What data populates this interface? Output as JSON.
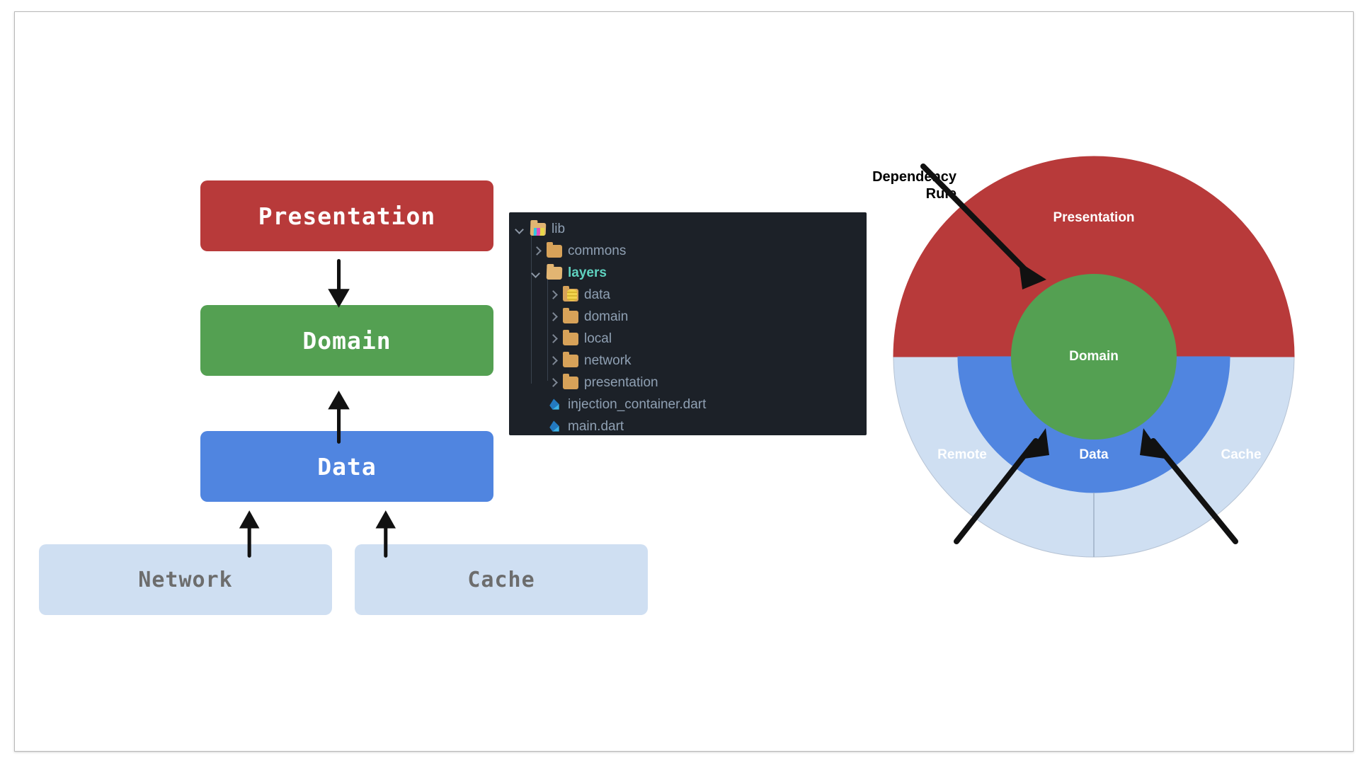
{
  "page": {
    "background": "#ffffff",
    "border_color": "#b9b9b9"
  },
  "colors": {
    "presentation": "#b83a3a",
    "domain": "#54a052",
    "data": "#5085e0",
    "outer_light": "#cfdff2",
    "panel_bg": "#1c2128",
    "folder": "#d7a259",
    "selected_text": "#5fd3c0",
    "tree_text": "#9aa4b0",
    "arrow": "#111111",
    "muted_text": "#6d6d6d"
  },
  "layer_diagram": {
    "name": "clean-architecture-layer-stack",
    "boxes": [
      {
        "id": "presentation",
        "label": "Presentation",
        "color": "#b83a3a",
        "text_color": "#ffffff"
      },
      {
        "id": "domain",
        "label": "Domain",
        "color": "#54a052",
        "text_color": "#ffffff"
      },
      {
        "id": "data",
        "label": "Data",
        "color": "#5085e0",
        "text_color": "#ffffff"
      },
      {
        "id": "network",
        "label": "Network",
        "color": "#cfdff2",
        "text_color": "#6d6d6d"
      },
      {
        "id": "cache",
        "label": "Cache",
        "color": "#cfdff2",
        "text_color": "#6d6d6d"
      }
    ],
    "arrows": [
      {
        "from": "presentation",
        "to": "domain",
        "direction": "down"
      },
      {
        "from": "data",
        "to": "domain",
        "direction": "up"
      },
      {
        "from": "network",
        "to": "data",
        "direction": "up"
      },
      {
        "from": "cache",
        "to": "data",
        "direction": "up"
      }
    ]
  },
  "file_tree": {
    "name": "project-explorer",
    "rows": [
      {
        "label": "lib",
        "indent": 0,
        "chevron": "down",
        "icon": "folder-lib-icon",
        "selected": false
      },
      {
        "label": "commons",
        "indent": 1,
        "chevron": "right",
        "icon": "folder-icon",
        "selected": false
      },
      {
        "label": "layers",
        "indent": 1,
        "chevron": "down",
        "icon": "folder-open-icon",
        "selected": true
      },
      {
        "label": "data",
        "indent": 2,
        "chevron": "right",
        "icon": "folder-data-icon",
        "selected": false
      },
      {
        "label": "domain",
        "indent": 2,
        "chevron": "right",
        "icon": "folder-icon",
        "selected": false
      },
      {
        "label": "local",
        "indent": 2,
        "chevron": "right",
        "icon": "folder-icon",
        "selected": false
      },
      {
        "label": "network",
        "indent": 2,
        "chevron": "right",
        "icon": "folder-icon",
        "selected": false
      },
      {
        "label": "presentation",
        "indent": 2,
        "chevron": "right",
        "icon": "folder-icon",
        "selected": false
      },
      {
        "label": "injection_container.dart",
        "indent": 1,
        "chevron": "none",
        "icon": "dart-file-icon",
        "selected": false
      },
      {
        "label": "main.dart",
        "indent": 1,
        "chevron": "none",
        "icon": "dart-file-icon",
        "selected": false
      }
    ]
  },
  "circle_diagram": {
    "name": "dependency-rule-circles",
    "annotation": {
      "line1": "Dependency",
      "line2": "Rule"
    },
    "rings": [
      {
        "id": "outer-left",
        "label": "Remote",
        "color": "#cfdff2"
      },
      {
        "id": "outer-right",
        "label": "Cache",
        "color": "#cfdff2"
      },
      {
        "id": "top-half",
        "label": "Presentation",
        "color": "#b83a3a"
      },
      {
        "id": "mid",
        "label": "Data",
        "color": "#5085e0"
      },
      {
        "id": "core",
        "label": "Domain",
        "color": "#54a052"
      }
    ],
    "arrows": [
      {
        "from": "Dependency Rule",
        "to": "Domain"
      },
      {
        "from": "Remote",
        "to": "Domain"
      },
      {
        "from": "Cache",
        "to": "Domain"
      }
    ]
  }
}
